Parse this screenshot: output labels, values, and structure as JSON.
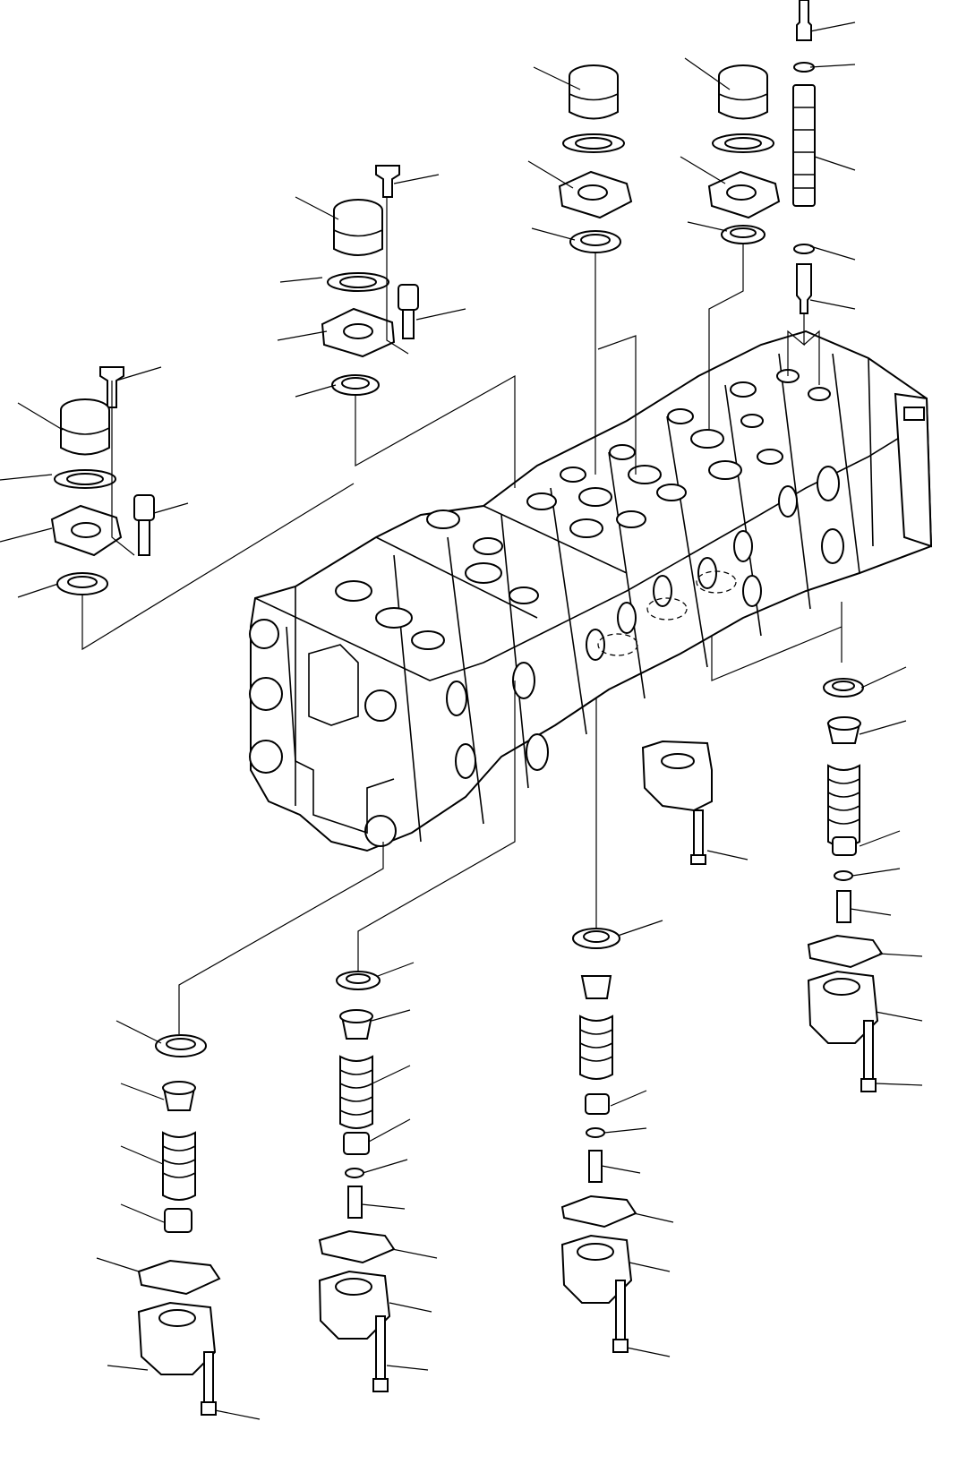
{
  "diagram": {
    "type": "exploded-parts-view",
    "subject": "main-control-valve",
    "callout_count": 54,
    "labels_printed": false
  }
}
